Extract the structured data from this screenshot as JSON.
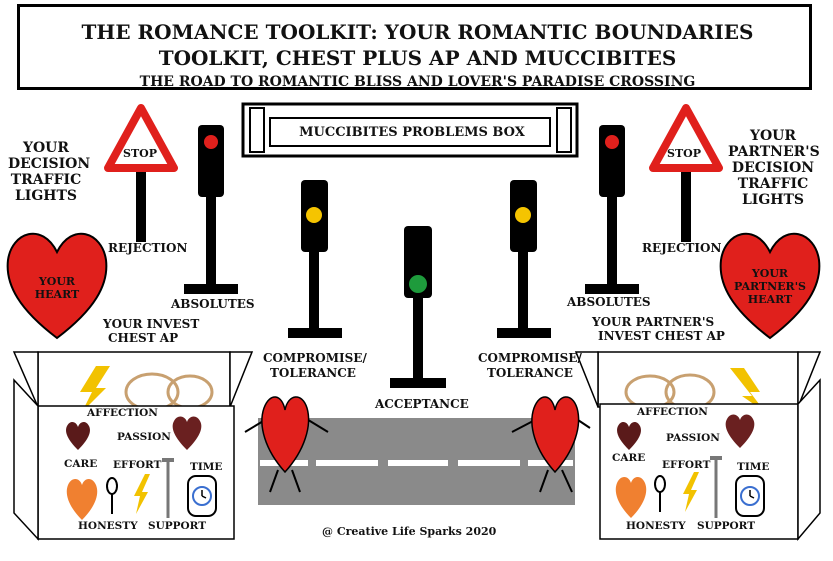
{
  "title": {
    "line1": "THE ROMANCE TOOLKIT: YOUR ROMANTIC BOUNDARIES",
    "line2": "TOOLKIT, CHEST PLUS AP AND MUCCIBITES",
    "line3": "THE ROAD TO ROMANTIC BLISS AND LOVER'S PARADISE CROSSING"
  },
  "problems_box": "MUCCIBITES PROBLEMS BOX",
  "left": {
    "decision_title": "YOUR DECISION TRAFFIC LIGHTS",
    "stop_sign": "STOP",
    "rejection": "REJECTION",
    "heart": [
      "YOUR",
      "HEART"
    ],
    "absolutes": "ABSOLUTES",
    "chest_title": [
      "YOUR INVEST",
      "CHEST AP"
    ],
    "compromise": [
      "COMPROMISE/",
      "TOLERANCE"
    ]
  },
  "right": {
    "decision_title": "YOUR PARTNER'S DECISION TRAFFIC LIGHTS",
    "stop_sign": "STOP",
    "rejection": "REJECTION",
    "heart": [
      "YOUR",
      "PARTNER'S",
      "HEART"
    ],
    "absolutes": "ABSOLUTES",
    "chest_title": [
      "YOUR PARTNER'S",
      "INVEST CHEST AP"
    ],
    "compromise": [
      "COMPROMISE/",
      "TOLERANCE"
    ]
  },
  "acceptance": "ACCEPTANCE",
  "chest_items": {
    "affection": "AFFECTION",
    "passion": "PASSION",
    "care": "CARE",
    "effort": "EFFORT",
    "time": "TIME",
    "honesty": "HONESTY",
    "support": "SUPPORT"
  },
  "credit": "@ Creative Life Sparks 2020",
  "colors": {
    "red": "#e0201c",
    "amber": "#f5c400",
    "green": "#1e9b3c",
    "road": "#8a8a8a",
    "dark_heart": "#5a1a1a"
  }
}
